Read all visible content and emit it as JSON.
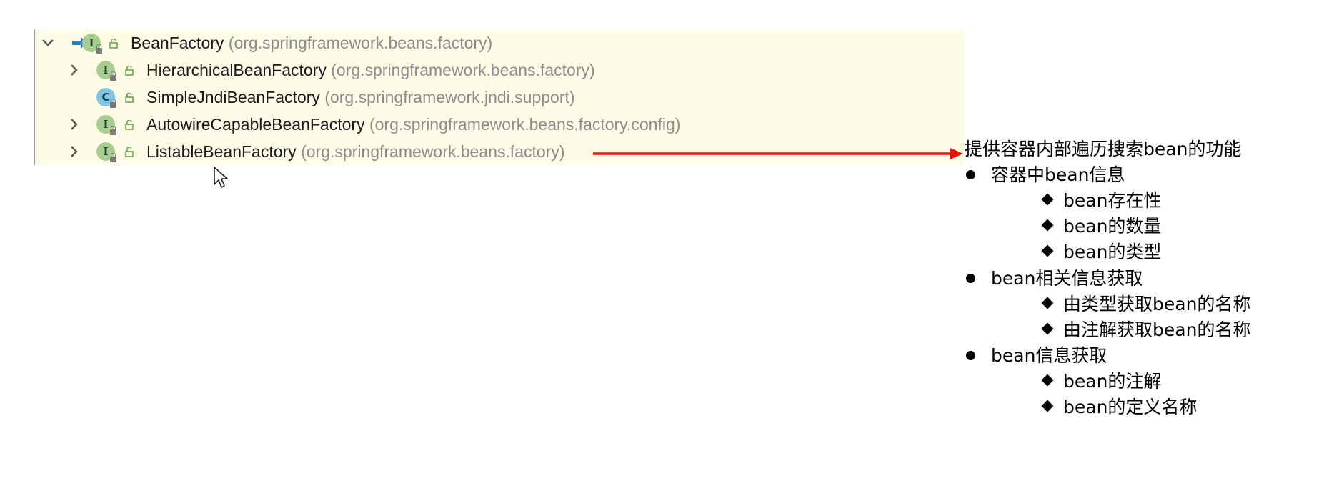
{
  "tree": {
    "rows": [
      {
        "name": "BeanFactory",
        "package": " (org.springframework.beans.factory)",
        "kind": "interface",
        "badge": "I"
      },
      {
        "name": "HierarchicalBeanFactory",
        "package": " (org.springframework.beans.factory)",
        "kind": "interface",
        "badge": "I"
      },
      {
        "name": "SimpleJndiBeanFactory",
        "package": " (org.springframework.jndi.support)",
        "kind": "class",
        "badge": "C"
      },
      {
        "name": "AutowireCapableBeanFactory",
        "package": " (org.springframework.beans.factory.config)",
        "kind": "interface",
        "badge": "I"
      },
      {
        "name": "ListableBeanFactory",
        "package": " (org.springframework.beans.factory)",
        "kind": "interface",
        "badge": "I"
      }
    ]
  },
  "annotation": {
    "headline": "提供容器内部遍历搜索bean的功能",
    "sections": [
      {
        "title": "容器中bean信息",
        "items": [
          "bean存在性",
          "bean的数量",
          "bean的类型"
        ]
      },
      {
        "title": "bean相关信息获取",
        "items": [
          "由类型获取bean的名称",
          "由注解获取bean的名称"
        ]
      },
      {
        "title": "bean信息获取",
        "items": [
          "bean的注解",
          "bean的定义名称"
        ]
      }
    ]
  },
  "colors": {
    "tree_background": "#fefce6",
    "arrow": "#e8140a",
    "interface_badge": "#a8cf8f",
    "class_badge": "#7fc4e3",
    "package_text": "#8c8c8c"
  },
  "icons": [
    "chevron-down-icon",
    "chevron-right-icon",
    "arrow-right-icon",
    "interface-icon",
    "class-icon",
    "unlock-icon",
    "mouse-cursor-icon"
  ]
}
